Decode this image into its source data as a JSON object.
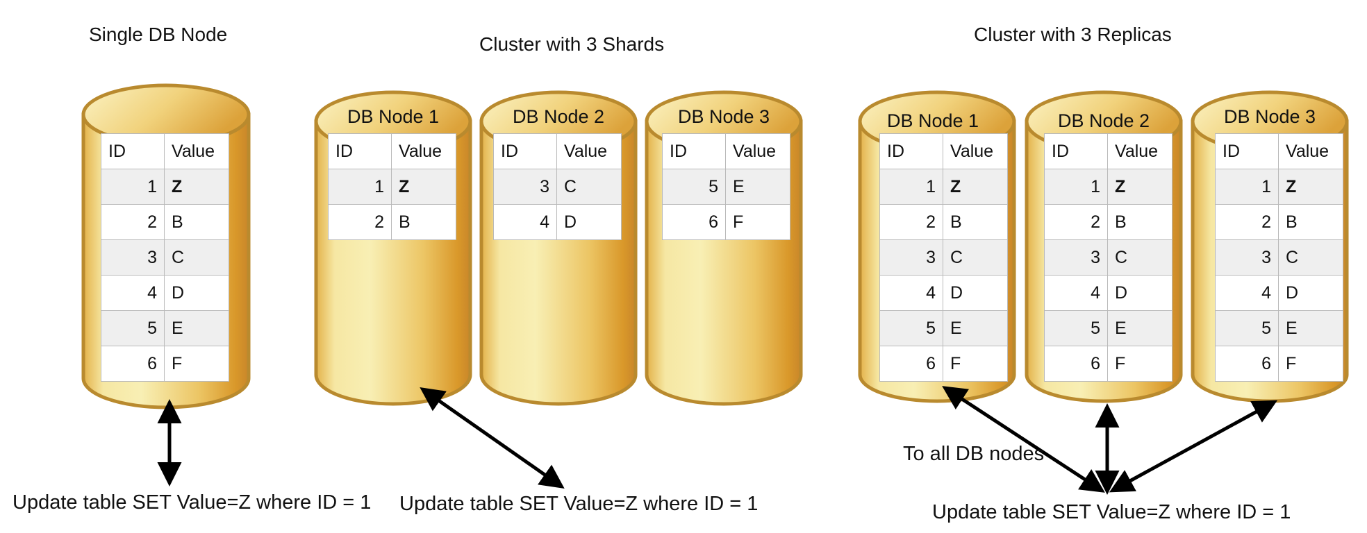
{
  "sections": {
    "single": {
      "title": "Single DB Node"
    },
    "shards": {
      "title": "Cluster with 3 Shards"
    },
    "replicas": {
      "title": "Cluster with 3 Replicas"
    }
  },
  "table_headers": {
    "id": "ID",
    "value": "Value"
  },
  "nodes": {
    "single": {
      "title": "",
      "rows": [
        {
          "id": "1",
          "value": "Z",
          "updated": true
        },
        {
          "id": "2",
          "value": "B"
        },
        {
          "id": "3",
          "value": "C"
        },
        {
          "id": "4",
          "value": "D"
        },
        {
          "id": "5",
          "value": "E"
        },
        {
          "id": "6",
          "value": "F"
        }
      ]
    },
    "shard1": {
      "title": "DB Node 1",
      "rows": [
        {
          "id": "1",
          "value": "Z",
          "updated": true
        },
        {
          "id": "2",
          "value": "B"
        }
      ]
    },
    "shard2": {
      "title": "DB Node 2",
      "rows": [
        {
          "id": "3",
          "value": "C"
        },
        {
          "id": "4",
          "value": "D"
        }
      ]
    },
    "shard3": {
      "title": "DB Node 3",
      "rows": [
        {
          "id": "5",
          "value": "E"
        },
        {
          "id": "6",
          "value": "F"
        }
      ]
    },
    "replica1": {
      "title": "DB Node 1",
      "rows": [
        {
          "id": "1",
          "value": "Z",
          "updated": true
        },
        {
          "id": "2",
          "value": "B"
        },
        {
          "id": "3",
          "value": "C"
        },
        {
          "id": "4",
          "value": "D"
        },
        {
          "id": "5",
          "value": "E"
        },
        {
          "id": "6",
          "value": "F"
        }
      ]
    },
    "replica2": {
      "title": "DB Node 2",
      "rows": [
        {
          "id": "1",
          "value": "Z",
          "updated": true
        },
        {
          "id": "2",
          "value": "B"
        },
        {
          "id": "3",
          "value": "C"
        },
        {
          "id": "4",
          "value": "D"
        },
        {
          "id": "5",
          "value": "E"
        },
        {
          "id": "6",
          "value": "F"
        }
      ]
    },
    "replica3": {
      "title": "DB Node 3",
      "rows": [
        {
          "id": "1",
          "value": "Z",
          "updated": true
        },
        {
          "id": "2",
          "value": "B"
        },
        {
          "id": "3",
          "value": "C"
        },
        {
          "id": "4",
          "value": "D"
        },
        {
          "id": "5",
          "value": "E"
        },
        {
          "id": "6",
          "value": "F"
        }
      ]
    }
  },
  "queries": {
    "single": "Update table SET Value=Z where ID = 1",
    "shards": "Update table SET Value=Z where ID = 1",
    "replicas": "Update table SET Value=Z where ID = 1"
  },
  "annotations": {
    "to_all": "To all DB nodes"
  },
  "colors": {
    "cylinder_light": "#f8efb0",
    "cylinder_mid": "#eecb6a",
    "cylinder_dark": "#d89a28",
    "cylinder_rim": "#b98a2e",
    "arrow": "#000000"
  }
}
